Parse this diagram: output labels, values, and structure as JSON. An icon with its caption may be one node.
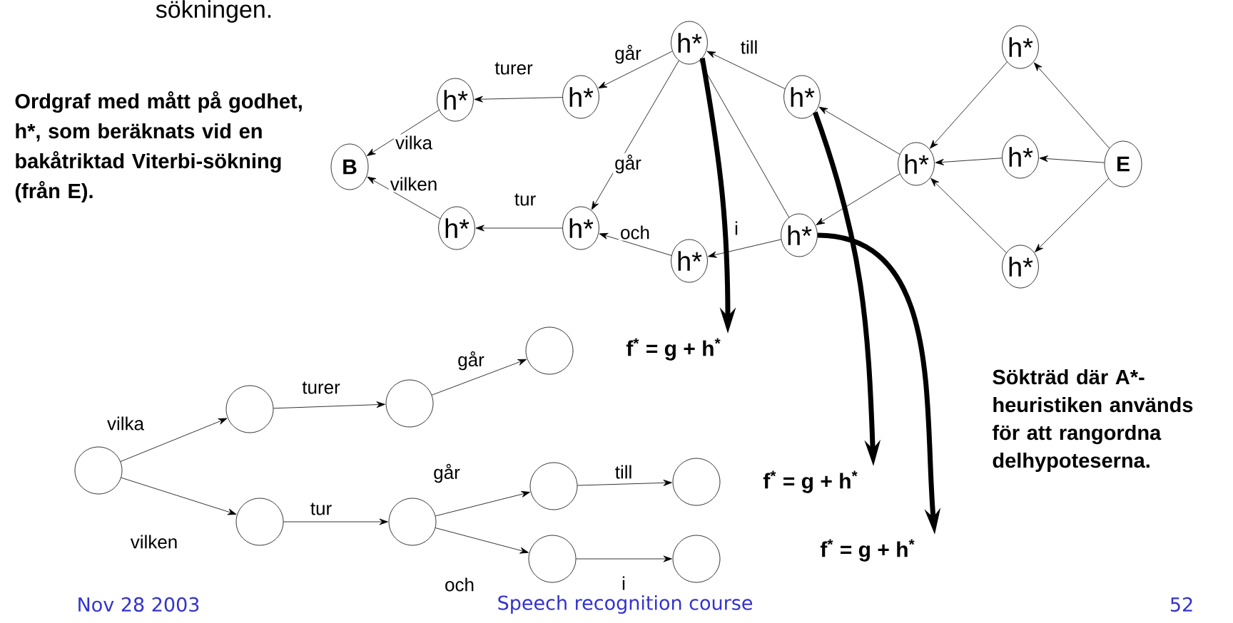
{
  "diagram": {
    "nodes": [
      {
        "text": [
          "B"
        ]
      },
      {
        "text": [
          "h*"
        ]
      },
      {
        "text": [
          "h*"
        ]
      },
      {
        "text": [
          "h*"
        ]
      },
      {
        "text": [
          "h*"
        ]
      },
      {
        "text": [
          "h*"
        ]
      },
      {
        "text": [
          "h*"
        ]
      },
      {
        "text": [
          "h*"
        ]
      },
      {
        "text": [
          "E"
        ]
      },
      {
        "text": [
          "h*"
        ]
      },
      {
        "text": [
          "h*"
        ]
      },
      {
        "text": [
          "h*"
        ]
      },
      {
        "text": [
          "h*"
        ]
      },
      {
        "text": [
          "h*"
        ]
      },
      {
        "text": [],
        "shape": "circle"
      },
      {
        "text": [],
        "shape": "circle"
      },
      {
        "text": [],
        "shape": "circle"
      },
      {
        "text": [],
        "shape": "circle"
      },
      {
        "text": [],
        "shape": "circle"
      },
      {
        "text": [],
        "shape": "circle"
      },
      {
        "text": [],
        "shape": "circle"
      },
      {
        "text": [],
        "shape": "circle"
      },
      {
        "text": [],
        "shape": "circle"
      },
      {
        "text": [],
        "shape": "circle"
      },
      {
        "text": [
          "f$^{*}$ = g + h$^{*}$"
        ]
      },
      {
        "text": [
          "f$^{*}$ = g + h$^{*}$"
        ]
      },
      {
        "text": [
          "f$^{*}$ = g + h$^{*}$"
        ]
      }
    ],
    "edges": [
      {
        "from": 8,
        "to": 6,
        "arrow": "to"
      },
      {
        "from": 8,
        "to": 7,
        "arrow": "to"
      },
      {
        "from": 8,
        "to": 9,
        "arrow": "to"
      },
      {
        "from": 6,
        "to": 5,
        "arrow": "to"
      },
      {
        "from": 7,
        "to": 5,
        "arrow": "to"
      },
      {
        "from": 9,
        "to": 5,
        "arrow": "to"
      },
      {
        "from": 5,
        "to": 4,
        "arrow": "to"
      },
      {
        "from": 5,
        "to": 13,
        "arrow": "to"
      },
      {
        "from": 4,
        "to": 3,
        "arrow": "to",
        "label": "till"
      },
      {
        "from": 3,
        "to": 2,
        "arrow": "to",
        "label": "går"
      },
      {
        "from": 2,
        "to": 1,
        "arrow": "to",
        "label": "turer"
      },
      {
        "from": 1,
        "to": 0,
        "arrow": "to",
        "label": "vilka"
      },
      {
        "from": 3,
        "to": 11,
        "arrow": "to",
        "label": "går"
      },
      {
        "from": 3,
        "to": 13,
        "arrow": "none"
      },
      {
        "from": 13,
        "to": 12,
        "arrow": "to",
        "label": "i"
      },
      {
        "from": 12,
        "to": 11,
        "arrow": "to",
        "label": "och"
      },
      {
        "from": 11,
        "to": 10,
        "arrow": "to",
        "label": "tur"
      },
      {
        "from": 10,
        "to": 0,
        "arrow": "to",
        "label": "vilken"
      },
      {
        "from": 3,
        "to": 24,
        "arrow": "to",
        "style": "thick"
      },
      {
        "from": 4,
        "to": 25,
        "arrow": "to",
        "style": "thick"
      },
      {
        "from": 13,
        "to": 26,
        "arrow": "to",
        "style": "thick"
      },
      {
        "from": 14,
        "to": 15,
        "arrow": "to",
        "label": "vilka"
      },
      {
        "from": 15,
        "to": 16,
        "arrow": "to",
        "label": "turer"
      },
      {
        "from": 16,
        "to": 17,
        "arrow": "to",
        "label": "går"
      },
      {
        "from": 14,
        "to": 18,
        "arrow": "to",
        "label": "vilken"
      },
      {
        "from": 18,
        "to": 19,
        "arrow": "to",
        "label": "tur"
      },
      {
        "from": 19,
        "to": 20,
        "arrow": "to",
        "label": "går"
      },
      {
        "from": 19,
        "to": 21,
        "arrow": "to",
        "label": "och"
      },
      {
        "from": 20,
        "to": 22,
        "arrow": "to",
        "label": "till"
      },
      {
        "from": 21,
        "to": 23,
        "arrow": "to",
        "label": "i"
      }
    ],
    "labels": [
      "sökningen.",
      "Ordgraf med mått på godhet, h*, som beräknats vid en bakåtriktad Viterbi-sökning (från E).",
      "Sökträd där A*-heuristiken används för att rangordna delhypoteserna.",
      "Nov 28 2003",
      "Speech recognition course",
      "52"
    ]
  }
}
